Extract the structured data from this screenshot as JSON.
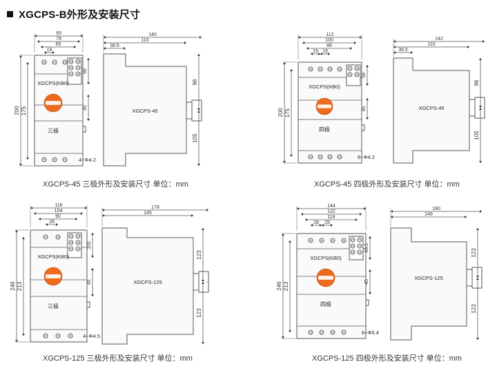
{
  "page": {
    "title": "XGCPS-B外形及安装尺寸"
  },
  "panels": [
    {
      "caption": "XGCPS-45 三极外形及安装尺寸 单位：mm",
      "front": {
        "w": [
          "93",
          "79",
          "65",
          "19"
        ],
        "h": [
          "200",
          "175"
        ],
        "r1": "88",
        "r2": "45",
        "hole": "4−Φ4.2",
        "label": "XGCPS(KB0)",
        "poles": "三极"
      },
      "side": {
        "d": [
          "140",
          "110",
          "38.5"
        ],
        "h": [
          "96",
          "105"
        ],
        "model": "XGCPS-45"
      }
    },
    {
      "caption": "XGCPS-45 四极外形及安装尺寸 单位：mm",
      "front": {
        "w": [
          "112",
          "100",
          "86",
          "19",
          "19"
        ],
        "h": [
          "200",
          "175"
        ],
        "r1": "58",
        "r2": "45",
        "hole": "6−Φ4.2",
        "label": "XGCPS(KB0)",
        "poles": "四极"
      },
      "side": {
        "d": [
          "142",
          "110",
          "38.5"
        ],
        "h": [
          "96",
          "105"
        ],
        "model": "XGCPS-45"
      }
    },
    {
      "caption": "XGCPS-125 三极外形及安装尺寸 单位：mm",
      "front": {
        "w": [
          "116",
          "104",
          "90",
          "28"
        ],
        "h": [
          "246",
          "213"
        ],
        "r1": "100",
        "r2": "45",
        "hole": "4−Φ4.5",
        "label": "XGCPS(KB0)",
        "poles": "三极"
      },
      "side": {
        "d": [
          "178",
          "145"
        ],
        "h": [
          "123",
          "123"
        ],
        "model": "XGCPS-125"
      }
    },
    {
      "caption": "XGCPS-125 四极外形及安装尺寸 单位：mm",
      "front": {
        "w": [
          "144",
          "132",
          "118",
          "28",
          "28"
        ],
        "h": [
          "246",
          "213"
        ],
        "r1": "93.5",
        "r2": "45",
        "hole": "6−Φ5.4",
        "label": "XGCPS(KB0)",
        "poles": "四极"
      },
      "side": {
        "d": [
          "180",
          "146"
        ],
        "h": [
          "123",
          "123"
        ],
        "model": "XGCPS-125"
      }
    }
  ],
  "colors": {
    "knob": "#ee6a1c",
    "line": "#555555",
    "fill": "#fafafa"
  }
}
